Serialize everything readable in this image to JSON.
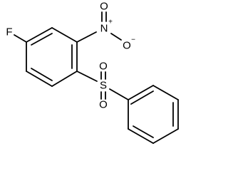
{
  "molecule": {
    "atoms": {
      "fluorine": "F",
      "nitrogen": "N",
      "nitrogen_charge": "+",
      "oxygen_nitro_top": "O",
      "oxygen_nitro_right": "O",
      "oxygen_nitro_right_charge": "−",
      "sulfur": "S",
      "oxygen_sulfonyl_top": "O",
      "oxygen_sulfonyl_bottom": "O"
    }
  },
  "colors": {
    "line": "#000000",
    "background": "#ffffff"
  }
}
